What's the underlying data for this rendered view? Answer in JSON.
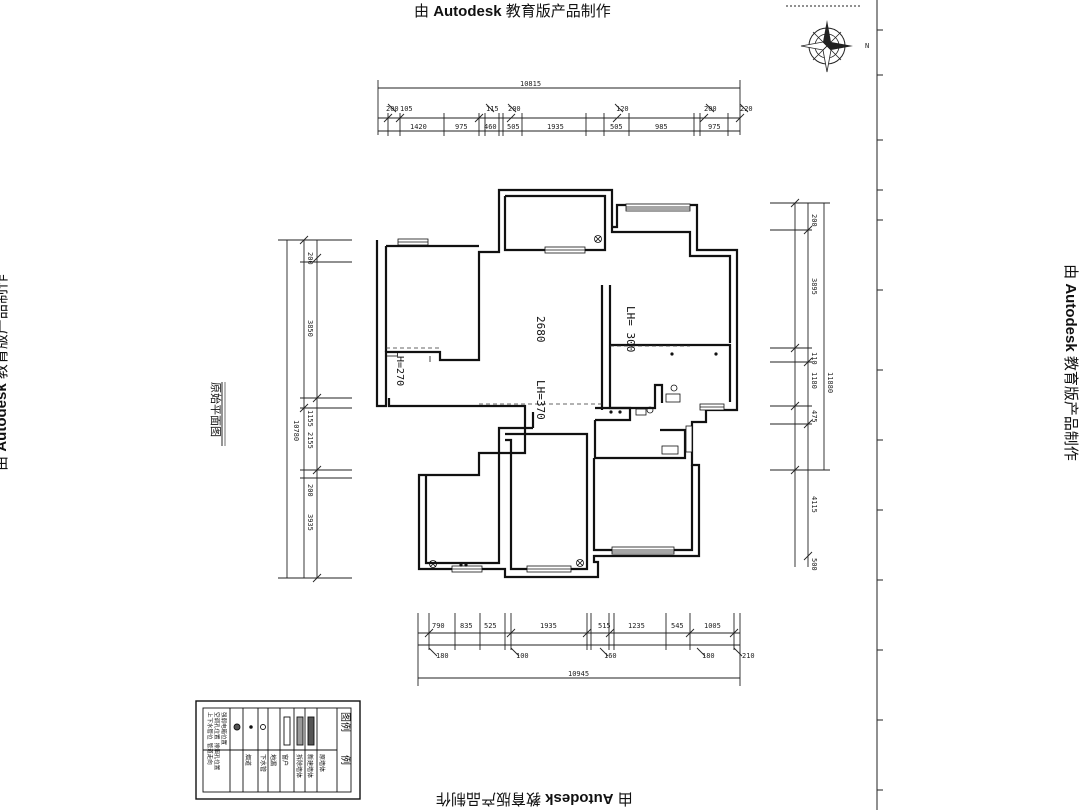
{
  "watermark": {
    "prefix": "由",
    "brand": "Autodesk",
    "suffix": "教育版产品制作"
  },
  "drawing_title": "原始平面图",
  "room_labels": {
    "living_room_height": "2680",
    "lh_300": "LH= 300",
    "lh_270": "LH=270",
    "lh_370": "LH=370"
  },
  "dimensions": {
    "top_total": "10815",
    "top_upper": [
      "200",
      "105",
      "115",
      "200",
      "120",
      "200",
      "220"
    ],
    "top_lower": [
      "1420",
      "975",
      "460",
      "505",
      "1935",
      "505",
      "985",
      "975"
    ],
    "bottom_upper": [
      "790",
      "835",
      "525",
      "1935",
      "515",
      "1235",
      "545",
      "1005"
    ],
    "bottom_lower": [
      "180",
      "100",
      "160",
      "180",
      "210"
    ],
    "bottom_total": "10945",
    "left_outer": "10780",
    "left_inner": [
      "200",
      "3850",
      "1155",
      "2155",
      "200",
      "3935"
    ],
    "right_outer": "11880",
    "right_inner": [
      "200",
      "3895",
      "110",
      "1180",
      "475",
      "4115",
      "500"
    ]
  },
  "legend": {
    "title": "图例",
    "header": "例",
    "entries": [
      {
        "symbol": "bar",
        "label": "原墙体"
      },
      {
        "symbol": "hatch",
        "label": "新建墙体"
      },
      {
        "symbol": "hatch-dark",
        "label": "拆除墙体"
      },
      {
        "symbol": "box",
        "label": "窗户"
      },
      {
        "symbol": "circle",
        "label": "地漏"
      },
      {
        "symbol": "dot",
        "label": "下水管"
      },
      {
        "symbol": "circle-x",
        "label": "烟道"
      }
    ],
    "notes": [
      "上下水管位 管道走向",
      "空调孔位置 排烟孔位置",
      "强弱电箱位置"
    ]
  },
  "colors": {
    "ink": "#1a1a1a",
    "background": "#ffffff"
  }
}
